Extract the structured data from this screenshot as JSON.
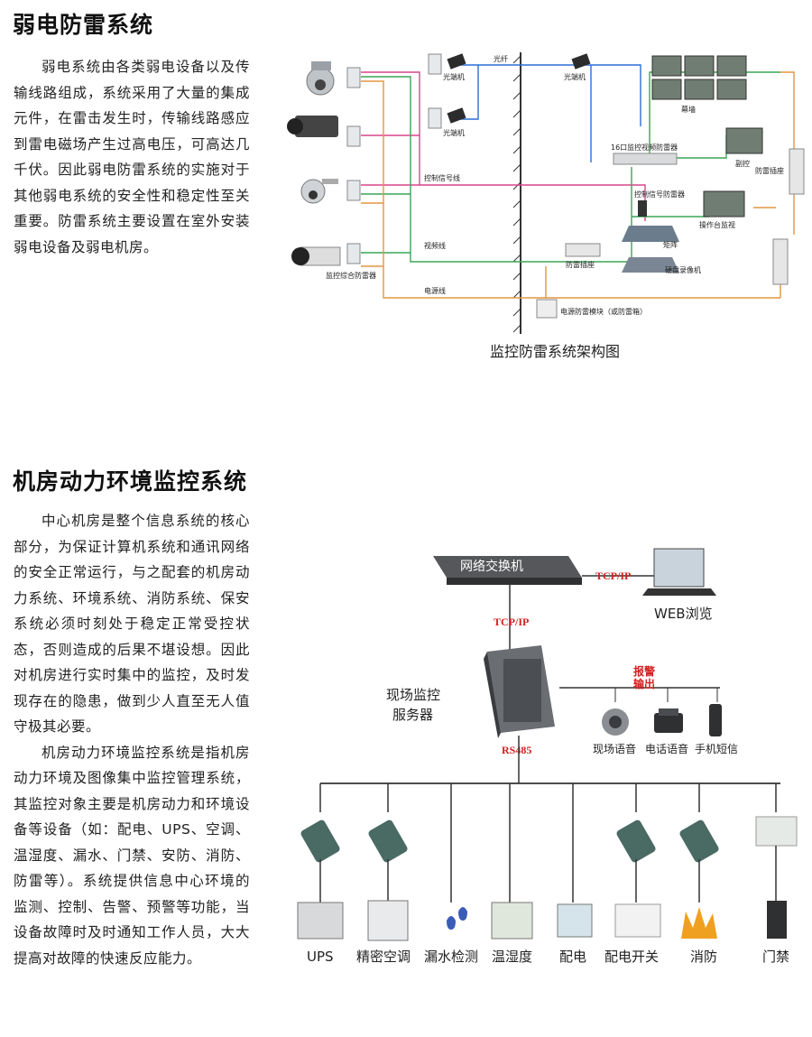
{
  "section1": {
    "title": "弱电防雷系统",
    "body": "弱电系统由各类弱电设备以及传输线路组成，系统采用了大量的集成元件，在雷击发生时，传输线路感应到雷电磁场产生过高电压，可高达几千伏。因此弱电防雷系统的实施对于其他弱电系统的安全性和稳定性至关重要。防雷系统主要设置在室外安装弱电设备及弱电机房。",
    "diagram": {
      "caption": "监控防雷系统架构图",
      "labels": {
        "optical_1": "光端机",
        "optical_2": "光端机",
        "optical_3": "光端机",
        "fiber": "光纤",
        "control_line": "控制信号线",
        "video_line": "视频线",
        "power_line": "电源线",
        "integrated_protector": "监控综合防雷器",
        "wall_screen": "幕墙",
        "video_protector": "16口监控视频防雷器",
        "monitor": "副控",
        "ctrl_signal_protector": "控制信号防雷器",
        "matrix": "矩阵",
        "recorder": "硬盘录像机",
        "surge_strip": "防雷插座",
        "surge_strip_2": "防雷插座",
        "console": "操作台监视",
        "power_module": "电源防雷模块（或防雷箱）"
      }
    }
  },
  "section2": {
    "title": "机房动力环境监控系统",
    "body1": "中心机房是整个信息系统的核心部分，为保证计算机系统和通讯网络的安全正常运行，与之配套的机房动力系统、环境系统、消防系统、保安系统必须时刻处于稳定正常受控状态，否则造成的后果不堪设想。因此对机房进行实时集中的监控，及时发现存在的隐患，做到少人直至无人值守极其必要。",
    "body2": "机房动力环境监控系统是指机房动力环境及图像集中监控管理系统，其监控对象主要是机房动力和环境设备等设备（如：配电、UPS、空调、温湿度、漏水、门禁、安防、消防、防雷等）。系统提供信息中心环境的监测、控制、告警、预警等功能，当设备故障时及时通知工作人员，大大提高对故障的快速反应能力。",
    "diagram": {
      "switch": "网络交换机",
      "tcpip_right": "TCP/IP",
      "tcpip_down": "TCP/IP",
      "web": "WEB浏览",
      "server_line1": "现场监控",
      "server_line2": "服务器",
      "alarm_line1": "报警",
      "alarm_line2": "输出",
      "alarm_outputs": [
        "现场语音",
        "电话语音",
        "手机短信"
      ],
      "rs485": "RS485",
      "devices": [
        "UPS",
        "精密空调",
        "漏水检测",
        "温湿度",
        "配电",
        "配电开关",
        "消防",
        "门禁"
      ]
    }
  },
  "colors": {
    "fiber_blue": "#2a6fd6",
    "control_pink": "#d8458c",
    "video_green": "#3aa655",
    "power_orange": "#e39540",
    "red_label": "#d42020"
  }
}
